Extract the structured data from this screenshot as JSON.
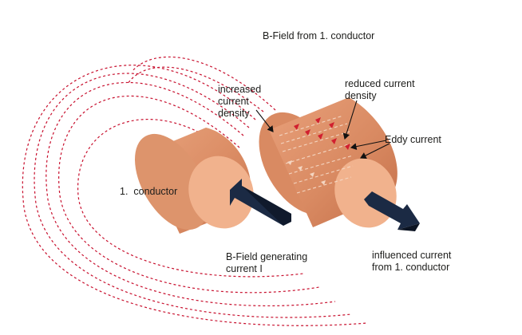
{
  "labels": {
    "bfield_top": "B-Field from 1. conductor",
    "increased_density": "increased\ncurrent\ndensity",
    "reduced_density": "reduced current\ndensity",
    "eddy_current": "Eddy current",
    "conductor_1": "1.  conductor",
    "bfield_generating": "B-Field generating\ncurrent I",
    "influenced_current": "influenced current\nfrom 1. conductor"
  },
  "colors": {
    "copper_body": "#e39a75",
    "copper_face": "#f1b28d",
    "field_lines": "#c8102e",
    "arrow": "#1b2a44",
    "eddy_arrow": "#d11f2f"
  }
}
